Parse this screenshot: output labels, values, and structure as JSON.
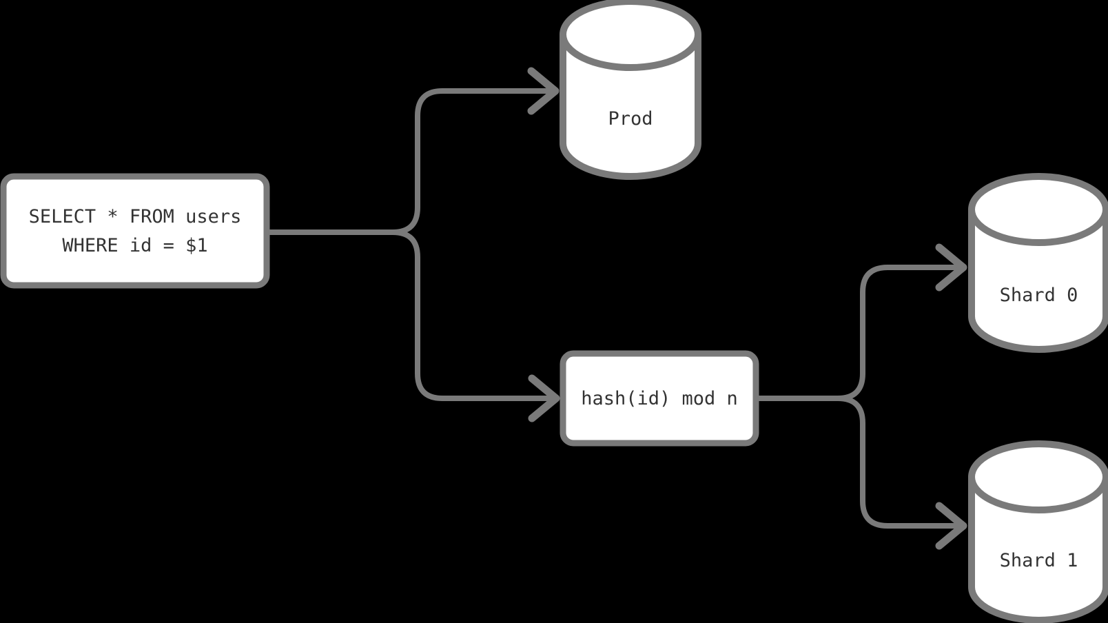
{
  "colors": {
    "background": "#000000",
    "line": "#7a7a7a",
    "node_fill": "#ffffff",
    "text": "#333333"
  },
  "nodes": {
    "query": {
      "line1": "SELECT * FROM users",
      "line2": "WHERE id = $1"
    },
    "prod": {
      "label": "Prod"
    },
    "hash": {
      "label": "hash(id) mod n"
    },
    "shard0": {
      "label": "Shard 0"
    },
    "shard1": {
      "label": "Shard 1"
    }
  }
}
